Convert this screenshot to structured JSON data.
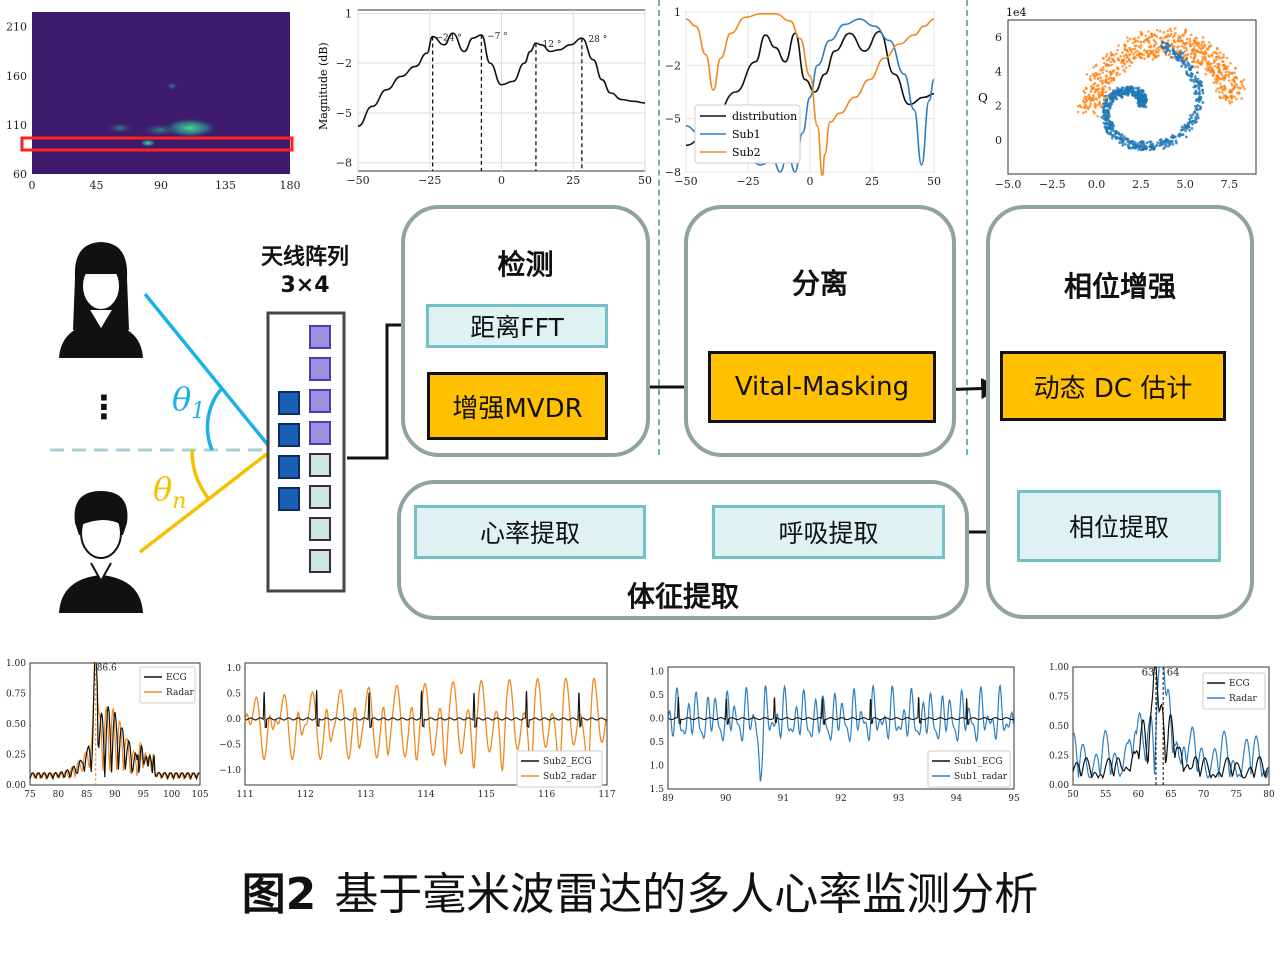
{
  "caption": {
    "label": "图2",
    "text": "基于毫米波雷达的多人心率监测分析"
  },
  "diagram": {
    "antenna_title_1": "天线阵列",
    "antenna_title_2": "3×4",
    "theta1": "θ",
    "theta1_sub": "1",
    "thetan": "θ",
    "thetan_sub": "n",
    "ellipsis": "⋮",
    "detect": {
      "title": "检测",
      "step1": "距离FFT",
      "step2": "增强MVDR"
    },
    "separate": {
      "title": "分离",
      "step1": "Vital-Masking"
    },
    "enhance": {
      "title": "相位增强",
      "step1": "动态 DC 估计",
      "step2": "相位提取"
    },
    "vitals": {
      "title": "体征提取",
      "breath": "呼吸提取",
      "heart": "心率提取"
    },
    "colors": {
      "blue_line": "#1ab0e8",
      "yellow_line": "#f5c000",
      "box_fill": "#ffc000",
      "light_box": "#dff1f1",
      "panel_border": "#8fa3a3"
    }
  },
  "chart_data": [
    {
      "type": "heatmap",
      "title": "",
      "x_ticks": [
        "0",
        "45",
        "90",
        "135",
        "180"
      ],
      "y_ticks": [
        "210",
        "160",
        "110",
        "60"
      ],
      "xlim": [
        0,
        180
      ],
      "ylim": [
        60,
        225
      ],
      "highlight": {
        "y": 92,
        "x_range": [
          0,
          180
        ]
      }
    },
    {
      "type": "line",
      "ylabel": "Magnitude (dB)",
      "xlim": [
        -50,
        50
      ],
      "ylim": [
        -8.5,
        1.2
      ],
      "x_ticks": [
        "−50",
        "−25",
        "0",
        "25",
        "50"
      ],
      "y_ticks": [
        "1",
        "−2",
        "−5",
        "−8"
      ],
      "peaks": [
        {
          "x": -24,
          "label": "−24 °"
        },
        {
          "x": -7,
          "label": "−7 °"
        },
        {
          "x": 12,
          "label": "12 °"
        },
        {
          "x": 28,
          "label": "28 °"
        }
      ],
      "x": [
        -50,
        -45,
        -40,
        -35,
        -30,
        -26,
        -24,
        -20,
        -17,
        -13,
        -10,
        -7,
        -4,
        0,
        4,
        8,
        10,
        12,
        14,
        17,
        20,
        24,
        28,
        32,
        35,
        38,
        42,
        46,
        50
      ],
      "y": [
        -5.8,
        -4.6,
        -3.6,
        -2.8,
        -2.2,
        -1.4,
        -0.4,
        -0.9,
        -0.2,
        -1.3,
        -0.5,
        -0.3,
        -2.0,
        -3.3,
        -3.1,
        -2.0,
        -1.3,
        -0.8,
        -0.9,
        -1.3,
        -1.2,
        -0.9,
        -0.5,
        -1.8,
        -3.0,
        -3.8,
        -4.2,
        -4.3,
        -4.4
      ]
    },
    {
      "type": "line",
      "xlim": [
        -50,
        50
      ],
      "ylim": [
        -8,
        1
      ],
      "x_ticks": [
        "−50",
        "−25",
        "0",
        "25",
        "50"
      ],
      "y_ticks": [
        "1",
        "−2",
        "−5",
        "−8"
      ],
      "legend": [
        "distribution",
        "Sub1",
        "Sub2"
      ],
      "series": [
        {
          "name": "distribution",
          "color": "#111111",
          "x": [
            -50,
            -40,
            -30,
            -22,
            -18,
            -14,
            -10,
            -6,
            -2,
            2,
            6,
            10,
            16,
            22,
            28,
            34,
            40,
            46,
            50
          ],
          "y": [
            -6.5,
            -5.5,
            -3.5,
            -1.8,
            -0.3,
            -1.0,
            -1.8,
            -0.2,
            -2.8,
            -3.5,
            -2.5,
            -1.2,
            -0.2,
            -1.2,
            -0.1,
            -2.5,
            -4.2,
            -3.8,
            -3.6
          ]
        },
        {
          "name": "Sub1",
          "color": "#2f7fbf",
          "x": [
            -50,
            -45,
            -40,
            -35,
            -30,
            -25,
            -20,
            -15,
            -12,
            -9,
            -6,
            -3,
            0,
            3,
            8,
            14,
            20,
            26,
            32,
            38,
            42,
            45,
            48,
            50
          ],
          "y": [
            -5.4,
            -5.8,
            -6.0,
            -6.4,
            -6.8,
            -7.2,
            -7.6,
            -7.3,
            -8.0,
            -6.9,
            -8.0,
            -5.8,
            -3.8,
            -2.0,
            -0.6,
            0.3,
            0.6,
            0.2,
            -0.6,
            -2.5,
            -4.5,
            -7.6,
            -4.0,
            -2.8
          ]
        },
        {
          "name": "Sub2",
          "color": "#ef8a20",
          "x": [
            -50,
            -46,
            -42,
            -39,
            -36,
            -32,
            -26,
            -20,
            -14,
            -8,
            -4,
            0,
            3,
            5,
            6,
            8,
            12,
            18,
            24,
            30,
            36,
            42,
            46,
            50
          ],
          "y": [
            0.6,
            0.2,
            -1.4,
            -3.4,
            -1.6,
            -0.2,
            0.7,
            0.9,
            0.9,
            0.5,
            -0.5,
            -2.6,
            -5.4,
            -8.2,
            -7.0,
            -5.2,
            -4.7,
            -3.8,
            -2.8,
            -1.6,
            -0.8,
            -0.3,
            0.2,
            0.6
          ]
        }
      ]
    },
    {
      "type": "scatter",
      "xlabel": "",
      "ylabel": "Q",
      "yexp": "1e4",
      "xlim": [
        -5,
        9
      ],
      "ylim": [
        -2,
        7
      ],
      "x_ticks": [
        "−5.0",
        "−2.5",
        "0.0",
        "2.5",
        "5.0",
        "7.5"
      ],
      "y_ticks": [
        "6",
        "4",
        "2",
        "0"
      ],
      "series": [
        {
          "name": "",
          "color": "#1f77b4",
          "shape": "spiral",
          "center": [
            2.2,
            2.0
          ]
        },
        {
          "name": "",
          "color": "#ff7f0e",
          "shape": "arc",
          "center": [
            4.5,
            4.5
          ]
        }
      ]
    },
    {
      "type": "line",
      "xlim": [
        75,
        105
      ],
      "ylim": [
        0,
        1
      ],
      "x_ticks": [
        "75",
        "80",
        "85",
        "90",
        "95",
        "100",
        "105"
      ],
      "y_ticks": [
        "1.00",
        "0.75",
        "0.50",
        "0.25",
        "0.00"
      ],
      "legend": [
        "ECG",
        "Radar"
      ],
      "annotation": "86.6",
      "peak_x": 86.6
    },
    {
      "type": "line",
      "xlim": [
        111,
        117
      ],
      "ylim": [
        -1.3,
        1.1
      ],
      "x_ticks": [
        "111",
        "112",
        "113",
        "114",
        "115",
        "116",
        "117"
      ],
      "y_ticks": [
        "1.0",
        "0.5",
        "0.0",
        "−0.5",
        "−1.0"
      ],
      "legend": [
        "Sub2_ECG",
        "Sub2_radar"
      ]
    },
    {
      "type": "line",
      "xlim": [
        89,
        95
      ],
      "ylim": [
        -1.5,
        1.1
      ],
      "x_ticks": [
        "89",
        "90",
        "91",
        "92",
        "93",
        "94",
        "95"
      ],
      "y_ticks": [
        "1.0",
        "0.5",
        "0.0",
        "0.5",
        "1.0",
        "1.5"
      ],
      "legend": [
        "Sub1_ECG",
        "Sub1_radar"
      ]
    },
    {
      "type": "line",
      "xlim": [
        50,
        80
      ],
      "ylim": [
        0,
        1
      ],
      "x_ticks": [
        "50",
        "55",
        "60",
        "65",
        "70",
        "75",
        "80"
      ],
      "y_ticks": [
        "1.00",
        "0.75",
        "0.50",
        "0.25",
        "0.00"
      ],
      "legend": [
        "ECG",
        "Radar"
      ],
      "annotations": [
        "63",
        "64"
      ],
      "peak_x": [
        62.7,
        63.8
      ]
    }
  ]
}
